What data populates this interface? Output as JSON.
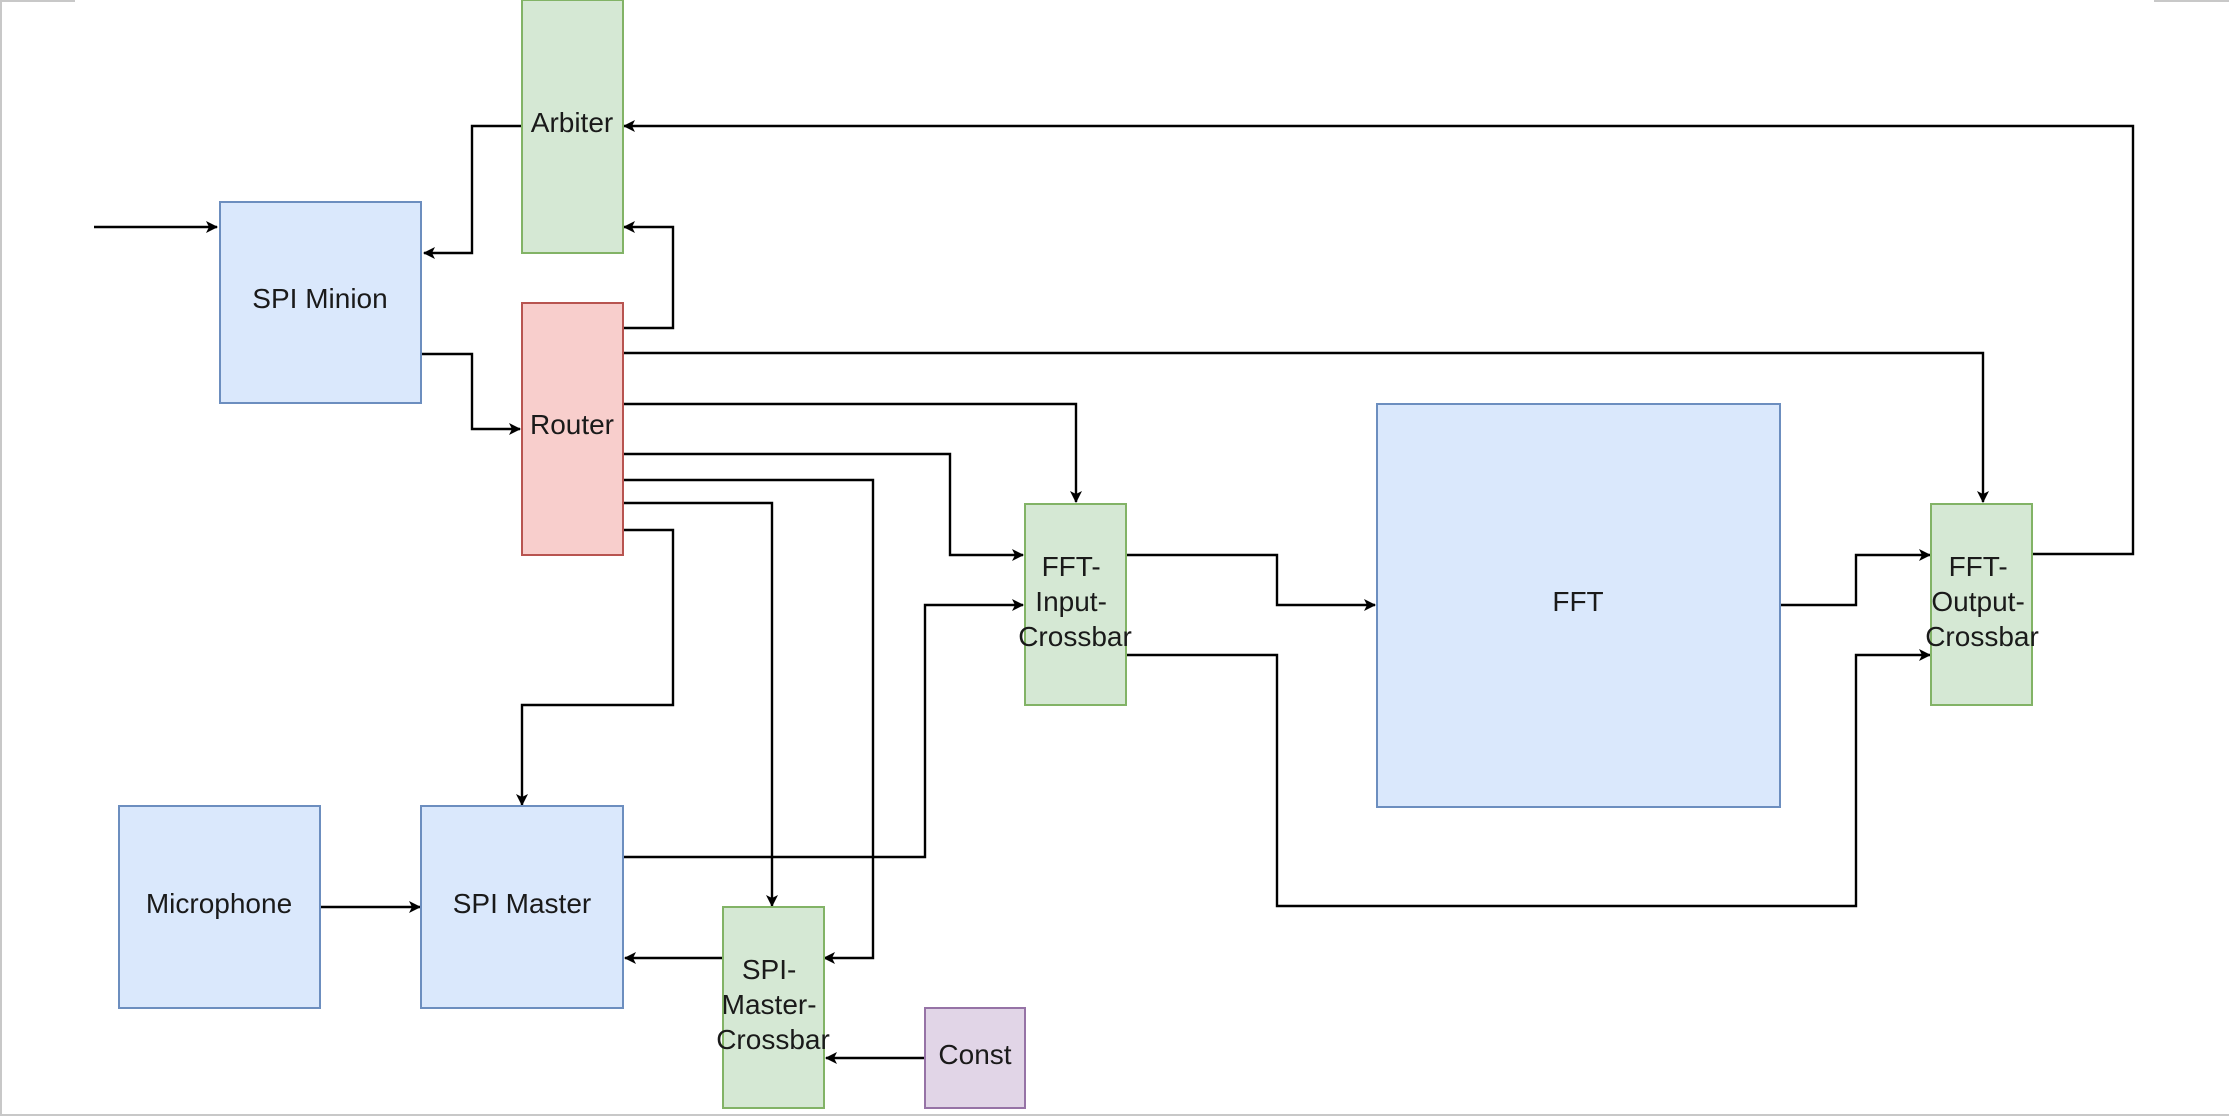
{
  "colors": {
    "blue_fill": "#dae8fc",
    "blue_stroke": "#6c8ebf",
    "green_fill": "#d5e8d4",
    "green_stroke": "#82b366",
    "red_fill": "#f8cecc",
    "red_stroke": "#b85450",
    "purple_fill": "#e1d5e7",
    "purple_stroke": "#9673a6",
    "edge": "#000000"
  },
  "nodes": {
    "arbiter": {
      "lines": [
        "Arbiter"
      ]
    },
    "spi_minion": {
      "lines": [
        "SPI Minion"
      ]
    },
    "router": {
      "lines": [
        "Router"
      ]
    },
    "fft_input_crossbar": {
      "lines": [
        "FFT-",
        "Input-",
        "Crossbar"
      ]
    },
    "fft": {
      "lines": [
        "FFT"
      ]
    },
    "fft_output_crossbar": {
      "lines": [
        "FFT-",
        "Output-",
        "Crossbar"
      ]
    },
    "microphone": {
      "lines": [
        "Microphone"
      ]
    },
    "spi_master": {
      "lines": [
        "SPI Master"
      ]
    },
    "spi_master_crossbar": {
      "lines": [
        "SPI-",
        "Master-",
        "Crossbar"
      ]
    },
    "const": {
      "lines": [
        "Const"
      ]
    }
  },
  "edges": [
    {
      "id": "external-to-spi-minion",
      "from": "",
      "to": "SPI Minion"
    },
    {
      "id": "arbiter-to-spi-minion",
      "from": "Arbiter",
      "to": "SPI Minion"
    },
    {
      "id": "spi-minion-to-router",
      "from": "SPI Minion",
      "to": "Router"
    },
    {
      "id": "router-to-arbiter",
      "from": "Router",
      "to": "Arbiter"
    },
    {
      "id": "router-to-fft-output-crossbar",
      "from": "Router",
      "to": "FFT-Output-Crossbar"
    },
    {
      "id": "router-to-fft-input-crossbar-top",
      "from": "Router",
      "to": "FFT-Input-Crossbar"
    },
    {
      "id": "router-to-fft-input-crossbar-left",
      "from": "Router",
      "to": "FFT-Input-Crossbar"
    },
    {
      "id": "router-to-spi-master-crossbar-right",
      "from": "Router",
      "to": "SPI-Master-Crossbar"
    },
    {
      "id": "router-to-spi-master-crossbar-top",
      "from": "Router",
      "to": "SPI-Master-Crossbar"
    },
    {
      "id": "router-to-spi-master",
      "from": "Router",
      "to": "SPI Master"
    },
    {
      "id": "fft-output-crossbar-to-arbiter",
      "from": "FFT-Output-Crossbar",
      "to": "Arbiter"
    },
    {
      "id": "fft-input-crossbar-to-fft",
      "from": "FFT-Input-Crossbar",
      "to": "FFT"
    },
    {
      "id": "fft-input-crossbar-to-fft-output-crossbar",
      "from": "FFT-Input-Crossbar",
      "to": "FFT-Output-Crossbar"
    },
    {
      "id": "fft-to-fft-output-crossbar",
      "from": "FFT",
      "to": "FFT-Output-Crossbar"
    },
    {
      "id": "spi-master-to-fft-input-crossbar",
      "from": "SPI Master",
      "to": "FFT-Input-Crossbar"
    },
    {
      "id": "microphone-to-spi-master",
      "from": "Microphone",
      "to": "SPI Master"
    },
    {
      "id": "spi-master-crossbar-to-spi-master",
      "from": "SPI-Master-Crossbar",
      "to": "SPI Master"
    },
    {
      "id": "const-to-spi-master-crossbar",
      "from": "Const",
      "to": "SPI-Master-Crossbar"
    }
  ]
}
